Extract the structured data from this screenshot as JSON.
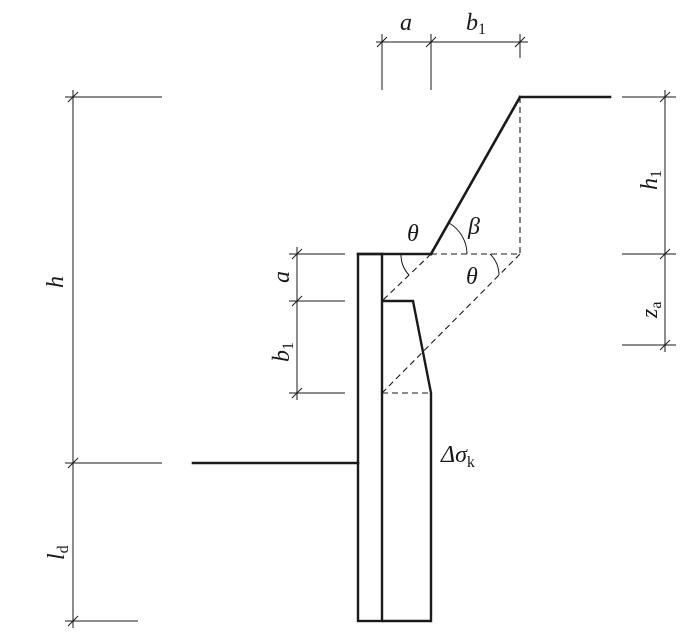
{
  "labels": {
    "a_top": "a",
    "b1_top_main": "b",
    "b1_top_sub": "1",
    "h": "h",
    "h1_main": "h",
    "h1_sub": "1",
    "za_main": "z",
    "za_sub": "a",
    "a_left": "a",
    "b1_left_main": "b",
    "b1_left_sub": "1",
    "ld_main": "l",
    "ld_sub": "d",
    "theta_top": "θ",
    "beta": "β",
    "theta_right": "θ",
    "delta_main": "Δσ",
    "delta_sub": "k"
  }
}
